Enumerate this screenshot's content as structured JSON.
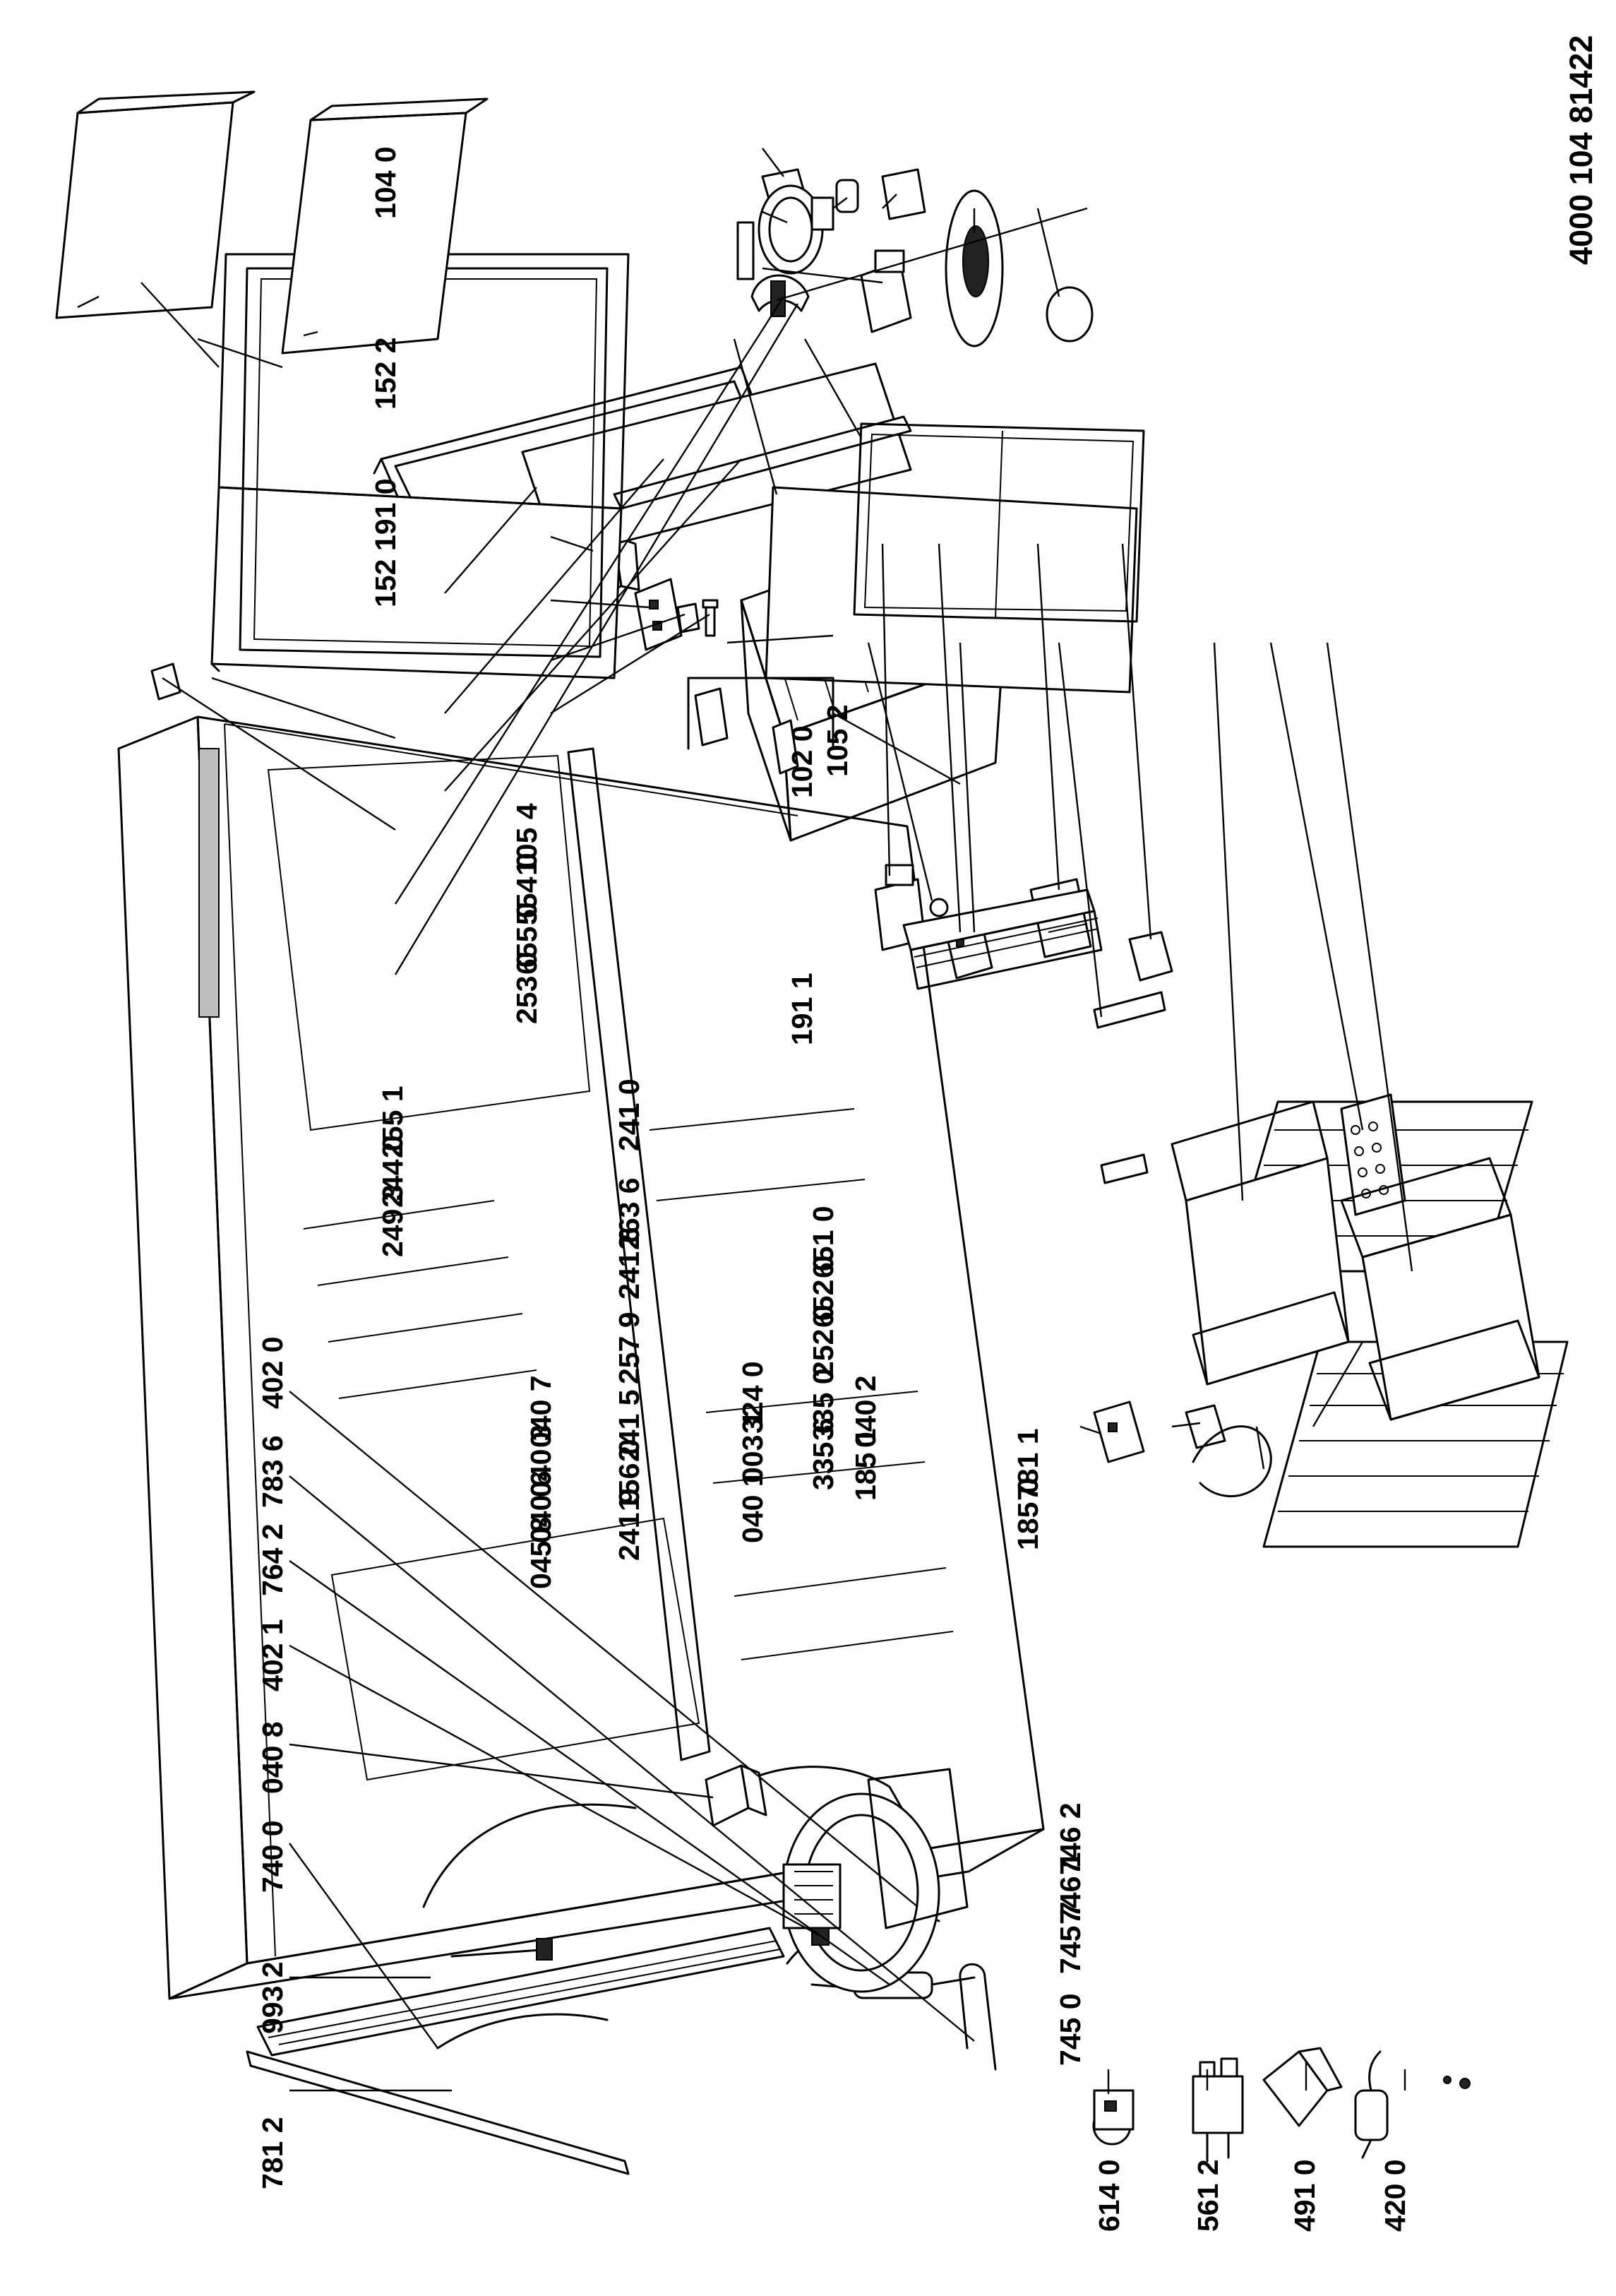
{
  "document_number": "4000 104 81422",
  "labels": [
    {
      "id": "L7812",
      "text": "781 2"
    },
    {
      "id": "L9932",
      "text": "993 2"
    },
    {
      "id": "L7400",
      "text": "740 0"
    },
    {
      "id": "L0408",
      "text": "040 8"
    },
    {
      "id": "L4021",
      "text": "402 1"
    },
    {
      "id": "L7642",
      "text": "764 2"
    },
    {
      "id": "L7836",
      "text": "783 6"
    },
    {
      "id": "L4020",
      "text": "402 0"
    },
    {
      "id": "L6140",
      "text": "614 0"
    },
    {
      "id": "L5612",
      "text": "561 2"
    },
    {
      "id": "L4910",
      "text": "491 0"
    },
    {
      "id": "L4200",
      "text": "420 0"
    },
    {
      "id": "L3240",
      "text": "324 0"
    },
    {
      "id": "L0031",
      "text": "003 1"
    },
    {
      "id": "L0401",
      "text": "040 1"
    },
    {
      "id": "L0407",
      "text": "040 7"
    },
    {
      "id": "L0403",
      "text": "040 3"
    },
    {
      "id": "L0406",
      "text": "040 6"
    },
    {
      "id": "L0458",
      "text": "045 8"
    },
    {
      "id": "L0402",
      "text": "040 2"
    },
    {
      "id": "L1851",
      "text": "185 1"
    },
    {
      "id": "L7811",
      "text": "781 1"
    },
    {
      "id": "L1850",
      "text": "185 0"
    },
    {
      "id": "L7462",
      "text": "746 2"
    },
    {
      "id": "L7461",
      "text": "746 1"
    },
    {
      "id": "L7457",
      "text": "745 7"
    },
    {
      "id": "L7450",
      "text": "745 0"
    },
    {
      "id": "L6510",
      "text": "651 0"
    },
    {
      "id": "L6520",
      "text": "652 0"
    },
    {
      "id": "L2520",
      "text": "252 0"
    },
    {
      "id": "L3350",
      "text": "335 0"
    },
    {
      "id": "L3356",
      "text": "335 6"
    },
    {
      "id": "L2551",
      "text": "255 1"
    },
    {
      "id": "L2440",
      "text": "244 0"
    },
    {
      "id": "L2493",
      "text": "249 3"
    },
    {
      "id": "L2410",
      "text": "241 0"
    },
    {
      "id": "L2636",
      "text": "263 6"
    },
    {
      "id": "L2416",
      "text": "241 6"
    },
    {
      "id": "L2579",
      "text": "257 9"
    },
    {
      "id": "L2415",
      "text": "241 5"
    },
    {
      "id": "L1560",
      "text": "156 0"
    },
    {
      "id": "L2419",
      "text": "241 9"
    },
    {
      "id": "L1054",
      "text": "105 4"
    },
    {
      "id": "L5540",
      "text": "554 0"
    },
    {
      "id": "L6550",
      "text": "655 0"
    },
    {
      "id": "L2530",
      "text": "253 0"
    },
    {
      "id": "L1052",
      "text": "105 2"
    },
    {
      "id": "L1040",
      "text": "104 0"
    },
    {
      "id": "L1910",
      "text": "191 0"
    },
    {
      "id": "L1522",
      "text": "152 2"
    },
    {
      "id": "L1521",
      "text": "152 1"
    },
    {
      "id": "L1020",
      "text": "102 0"
    },
    {
      "id": "L1911",
      "text": "191 1"
    }
  ]
}
